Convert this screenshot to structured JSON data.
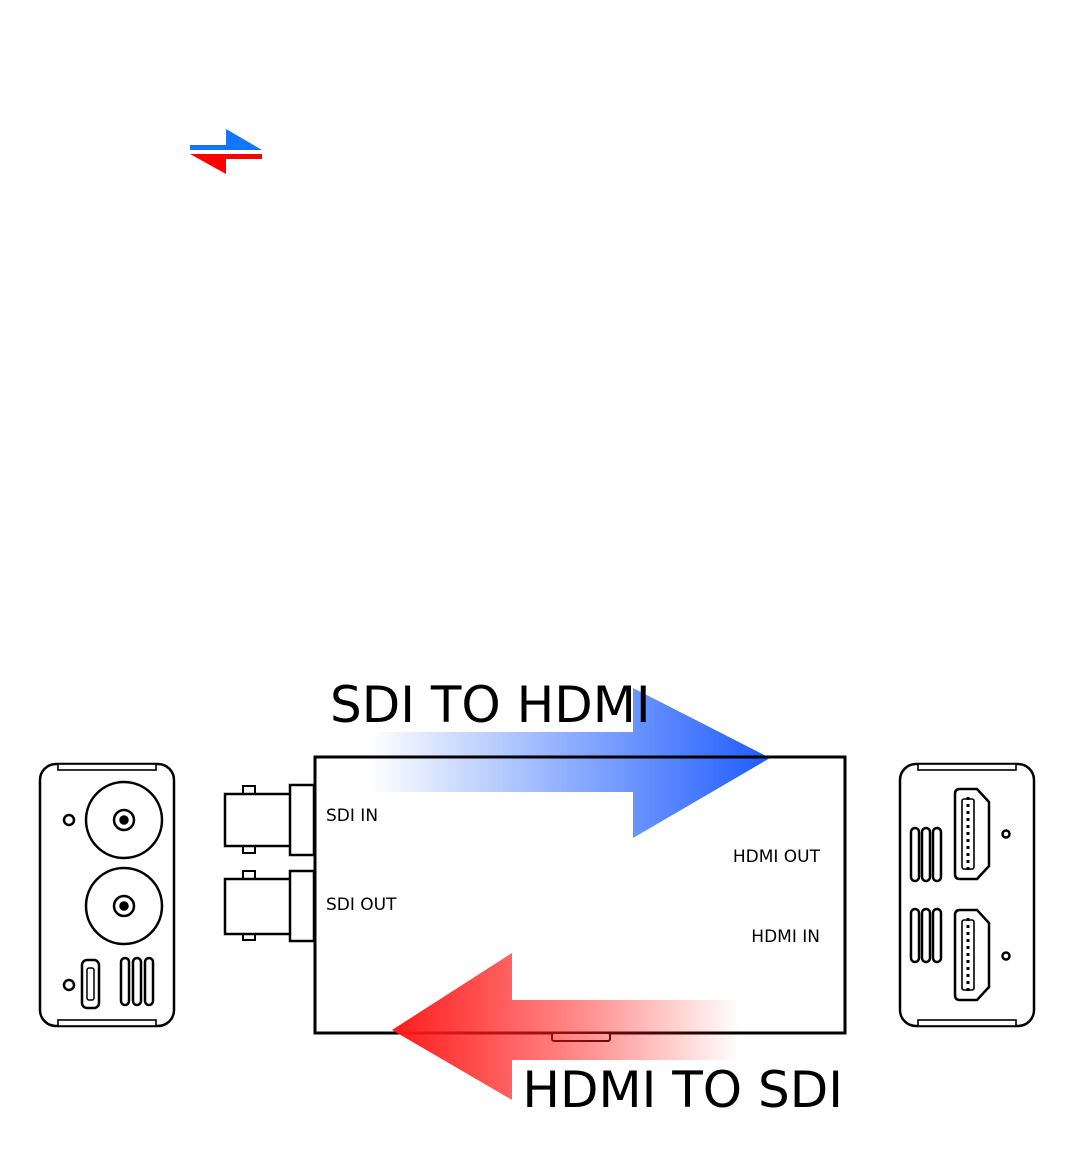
{
  "icon": {
    "name": "bidirectional-arrows-icon"
  },
  "colors": {
    "forward_arrow": "#1e5cff",
    "reverse_arrow": "#ff1a1a",
    "icon_blue": "#1476ff",
    "icon_red": "#ff0000",
    "outline": "#000000"
  },
  "flows": {
    "forward_title": "SDI TO HDMI",
    "reverse_title": "HDMI TO SDI"
  },
  "converter": {
    "ports": {
      "sdi_in": "SDI IN",
      "sdi_out": "SDI OUT",
      "hdmi_out": "HDMI OUT",
      "hdmi_in": "HDMI IN"
    }
  },
  "panels": {
    "left": {
      "name": "sdi-side-panel"
    },
    "right": {
      "name": "hdmi-side-panel"
    }
  }
}
